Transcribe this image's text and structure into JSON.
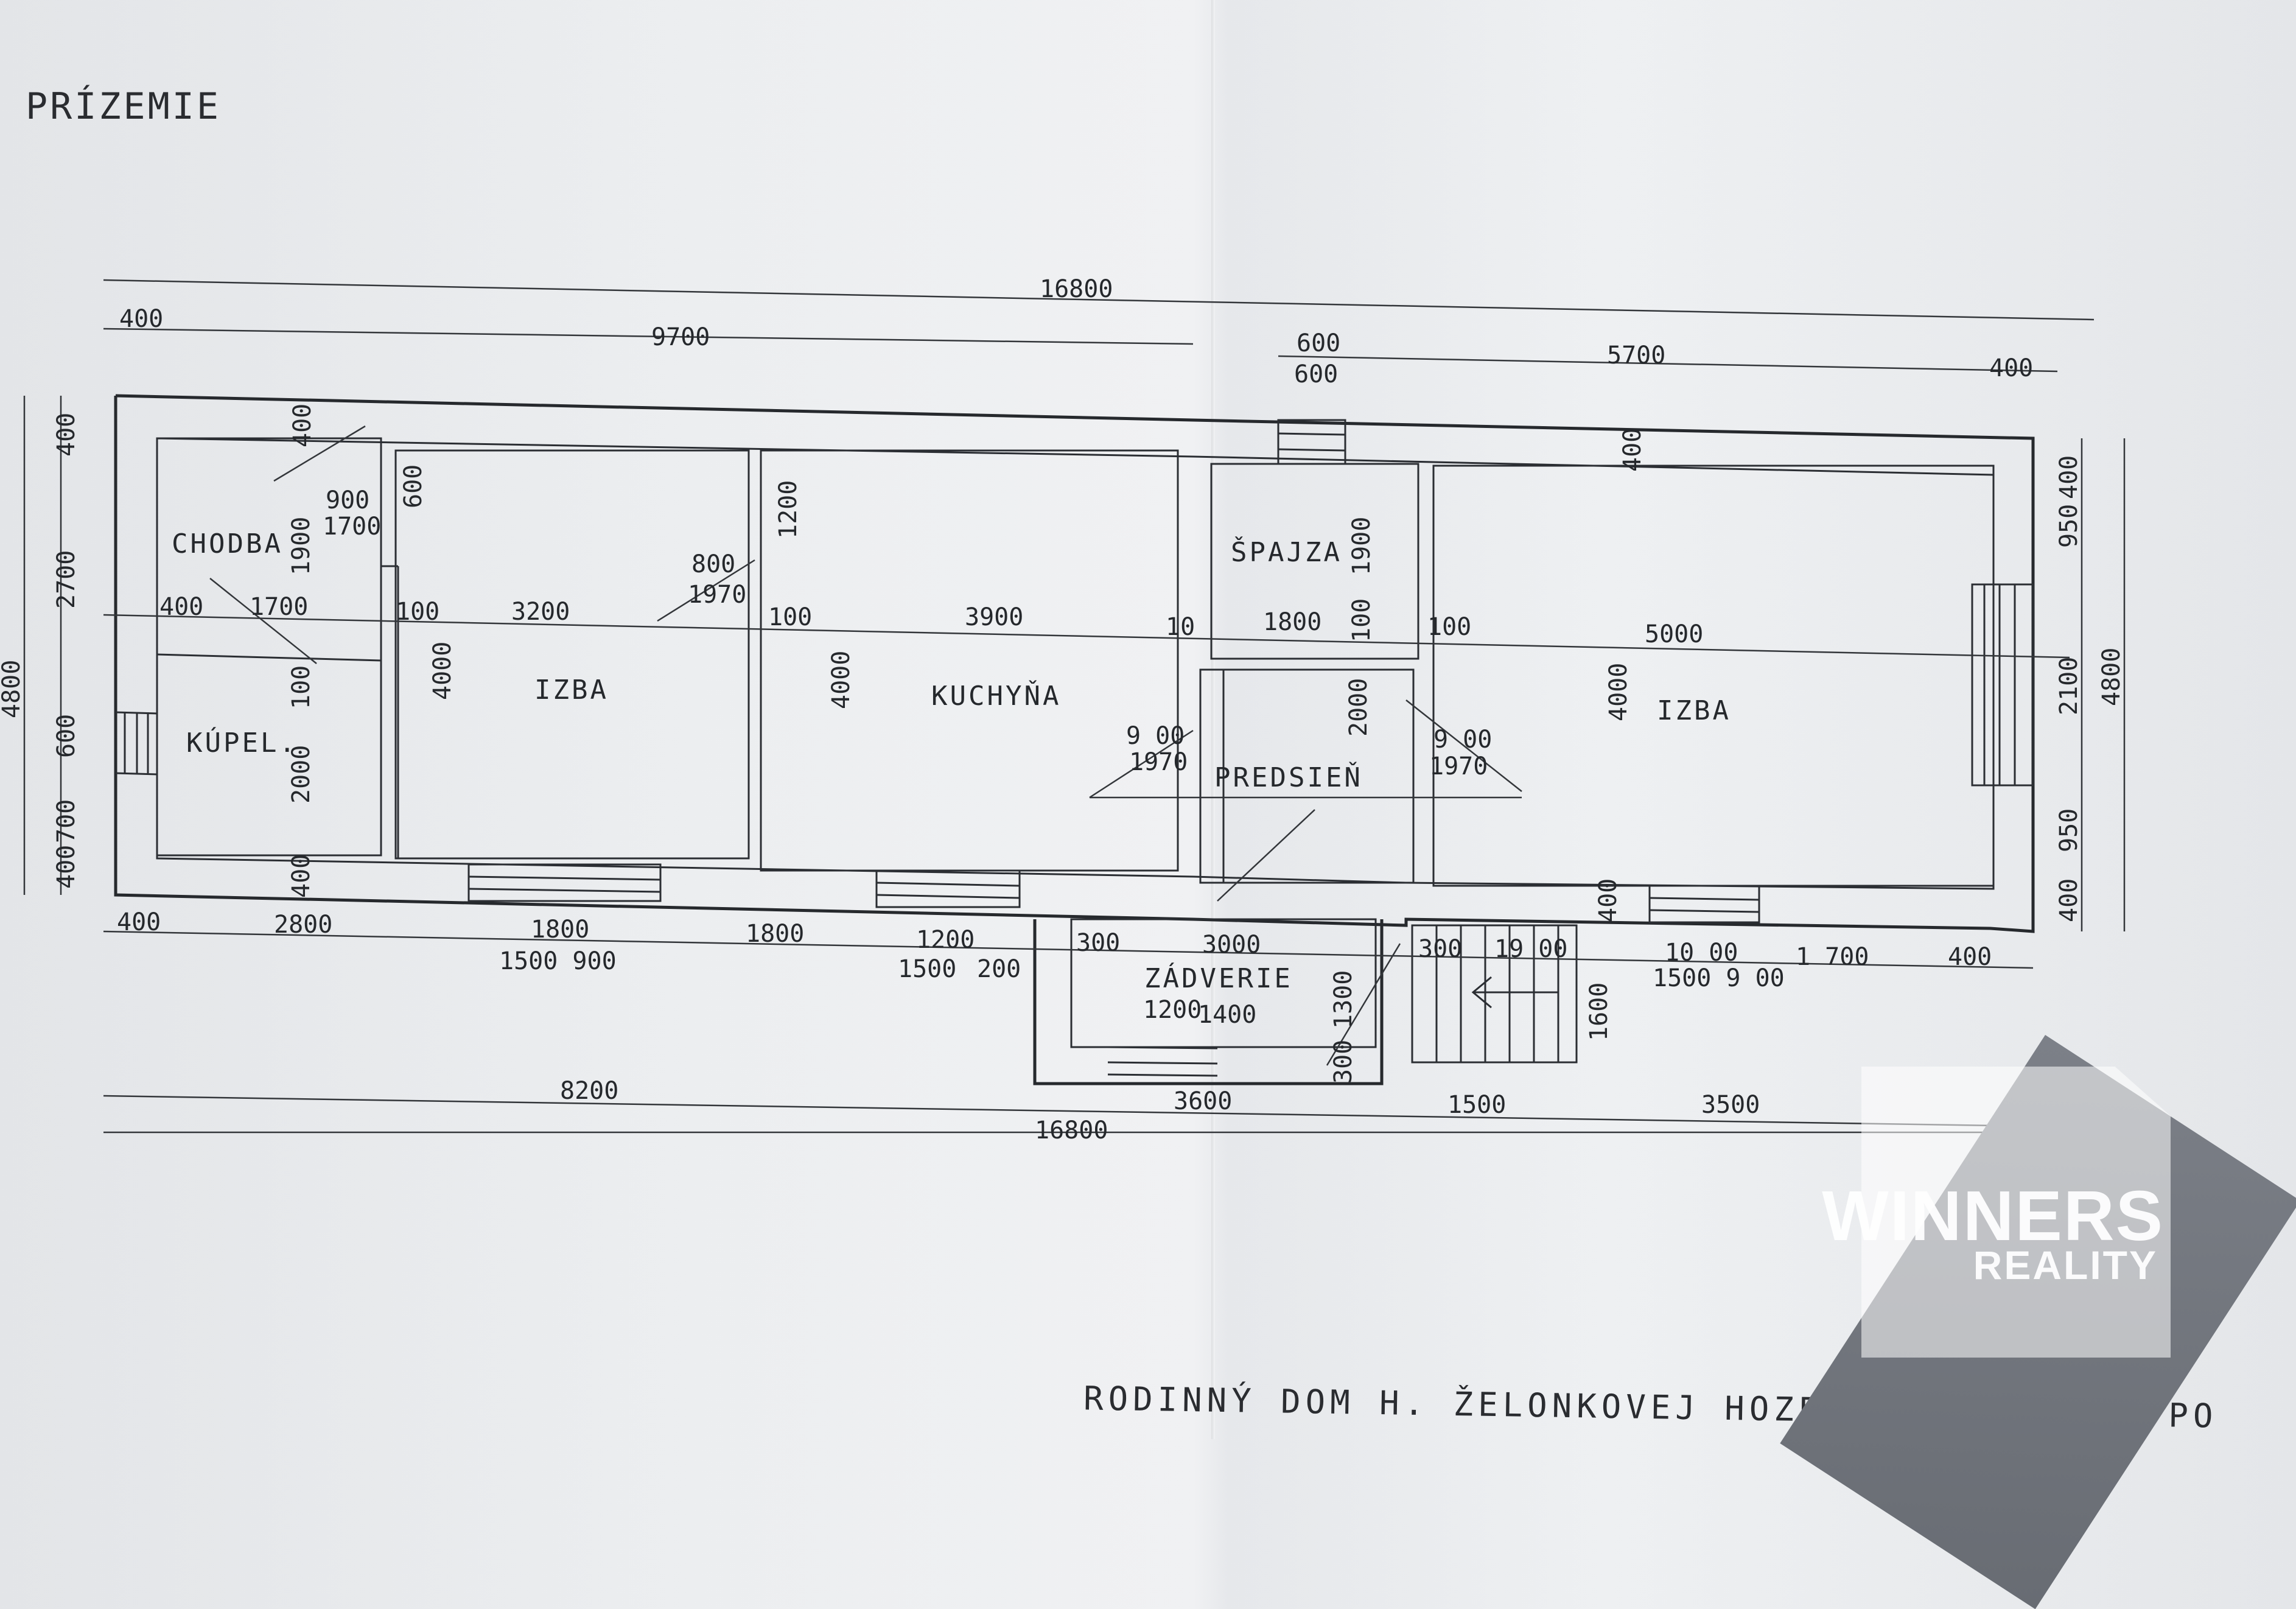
{
  "title": "PRÍZEMIE",
  "rooms": {
    "chodba": "CHODBA",
    "kupel": "KÚPEL.",
    "izba_left": "IZBA",
    "kuchyna": "KUCHYŇA",
    "spajza": "ŠPAJZA",
    "predsien": "PREDSIEŇ",
    "izba_right": "IZBA",
    "zadverie": "ZÁDVERIE"
  },
  "dimensions": {
    "overall_top": "16800",
    "top_9700": "9700",
    "top_400_left": "400",
    "top_600_a": "600",
    "top_600_b": "600",
    "top_5700": "5700",
    "top_400_right": "400",
    "left_400_top": "400",
    "left_2700": "2700",
    "left_4800": "4800",
    "left_600": "600",
    "left_700": "700",
    "left_400_bottom": "400",
    "right_400_top": "400",
    "right_950_top": "950",
    "right_2100": "2100",
    "right_950_bottom": "950",
    "right_400_bottom": "400",
    "right_4800": "4800",
    "chodba_900": "900",
    "chodba_1700_a": "1700",
    "chodba_1900": "1900",
    "chodba_400_top": "400",
    "chodba_400_mid": "400",
    "chodba_1700_b": "1700",
    "kupel_100": "100",
    "kupel_2000": "2000",
    "kupel_400": "400",
    "izba_l_600": "600",
    "izba_l_100": "100",
    "izba_l_3200": "3200",
    "izba_l_4000": "4000",
    "izba_l_800": "800",
    "izba_l_1970": "1970",
    "kuch_1200": "1200",
    "kuch_100": "100",
    "kuch_3900": "3900",
    "kuch_4000": "4000",
    "kuch_10": "10",
    "spajza_1900": "1900",
    "spajza_1800": "1800",
    "spajza_100": "100",
    "pred_2000": "2000",
    "pred_900_l": "9 00",
    "pred_1970_l": "1970",
    "pred_900_r": "9 00",
    "pred_1970_r": "1970",
    "izba_r_400": "400",
    "izba_r_100": "100",
    "izba_r_5000": "5000",
    "izba_r_4000": "4000",
    "bottom_400": "400",
    "bottom_2800": "2800",
    "bottom_1800_a": "1800",
    "bottom_1500_900_a": "1500 900",
    "bottom_1800_b": "1800",
    "bottom_1200": "1200",
    "bottom_1500_b": "1500",
    "bottom_200": "200",
    "bottom_300_a": "300",
    "bottom_3000": "3000",
    "bottom_300_b": "300",
    "bottom_1900": "19 00",
    "bottom_400_b": "400",
    "bottom_1000": "10 00",
    "bottom_1500_900_b": "1500 9 00",
    "bottom_1700": "1 700",
    "bottom_400_c": "400",
    "zad_1200": "1200",
    "zad_1400": "1400",
    "zad_1300": "1300",
    "zad_300": "300",
    "stairs_1600": "1600",
    "base_8200": "8200",
    "base_3600": "3600",
    "base_1500": "1500",
    "base_3500": "3500",
    "base_16800": "16800"
  },
  "footer": "RODINNÝ DOM H. ŽELONKOVEJ HOZELEC 91, OKRES PO",
  "watermark": {
    "brand": "WINNERS",
    "sub": "REALITY"
  }
}
